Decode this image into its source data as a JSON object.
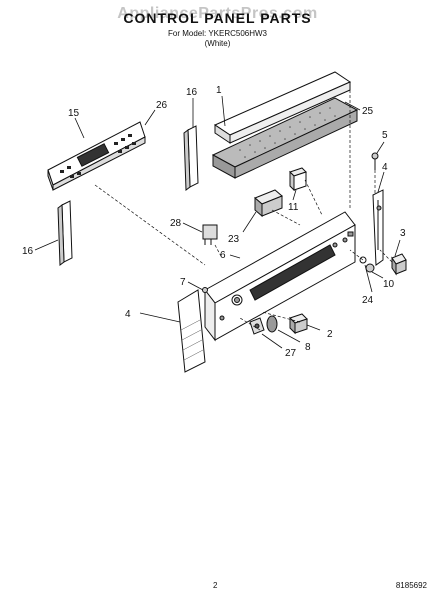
{
  "header": {
    "title": "CONTROL PANEL PARTS",
    "watermark": "AppliancePartsPros.com",
    "model_line": "For Model: YKERC506HW3",
    "color": "(White)"
  },
  "callouts": [
    "1",
    "25",
    "5",
    "4",
    "3",
    "16",
    "15",
    "26",
    "11",
    "16",
    "28",
    "23",
    "6",
    "7",
    "10",
    "24",
    "4",
    "2",
    "8",
    "27"
  ],
  "footer": {
    "page": "2",
    "doc_number": "8185692"
  }
}
